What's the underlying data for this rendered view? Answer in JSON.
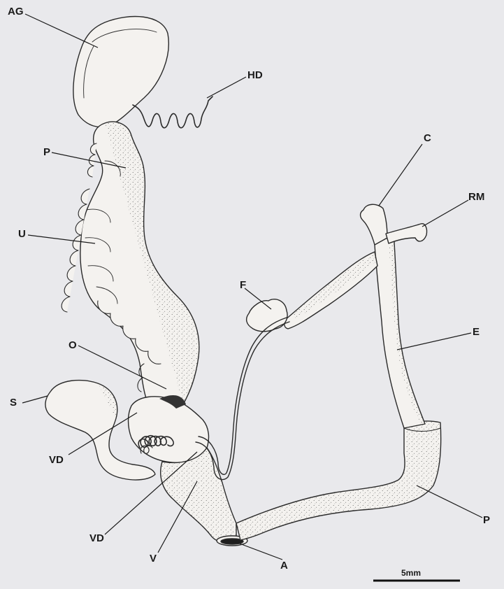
{
  "labels": {
    "ag": "AG",
    "hd": "HD",
    "p_upper": "P",
    "u": "U",
    "c": "C",
    "rm": "RM",
    "f": "F",
    "e": "E",
    "o": "O",
    "s": "S",
    "vd_upper": "VD",
    "vd_lower": "VD",
    "p_lower": "P",
    "v": "V",
    "a": "A"
  },
  "scale_bar": {
    "label": "5mm"
  },
  "colors": {
    "background": "#e9e9ec",
    "organ_fill": "#f4f2ef",
    "outline": "#2a2a2a",
    "stipple": "#555555"
  }
}
